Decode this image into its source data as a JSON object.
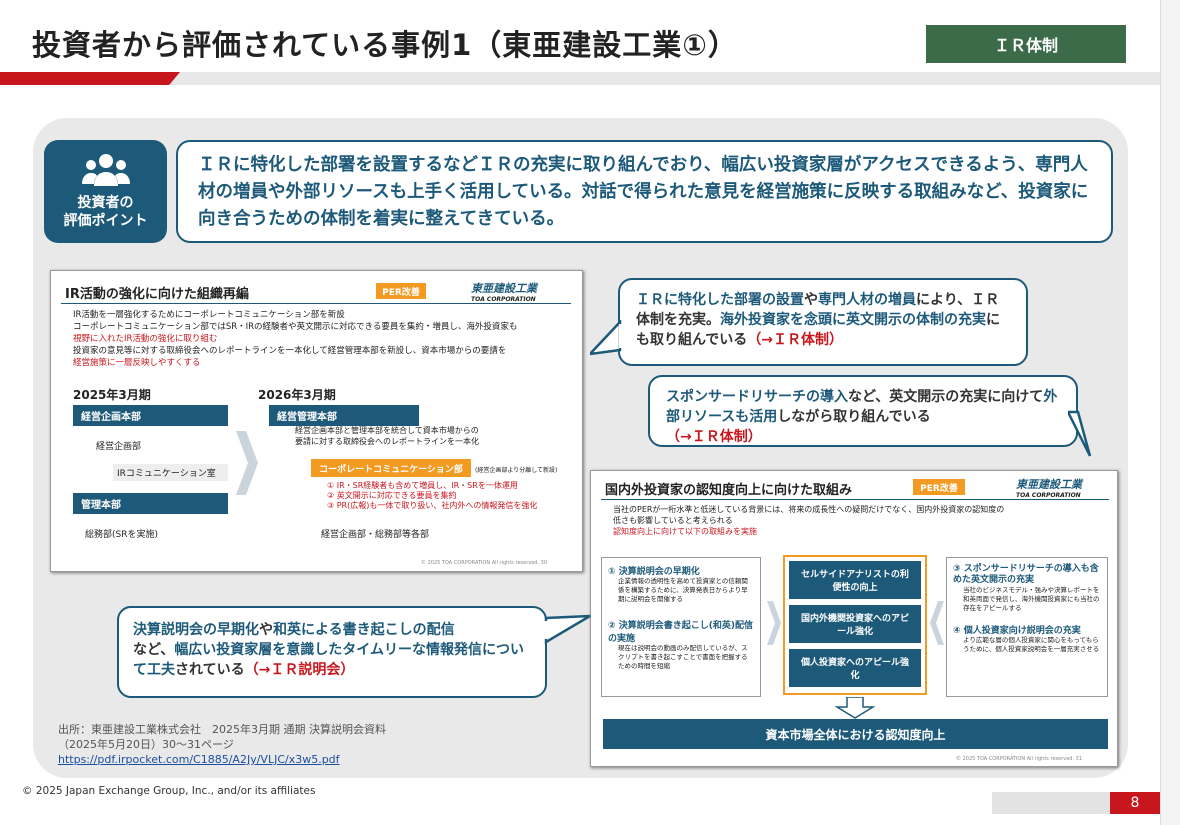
{
  "header": {
    "title": "投資者から評価されている事例1（東亜建設工業①）",
    "tag": "ＩＲ体制"
  },
  "badge": {
    "label_line1": "投資者の",
    "label_line2": "評価ポイント"
  },
  "main_point": "ＩＲに特化した部署を設置するなどＩＲの充実に取り組んでおり、幅広い投資家層がアクセスできるよう、専門人材の増員や外部リソースも上手く活用している。対話で得られた意見を経営施策に反映する取組みなど、投資家に向き合うための体制を着実に整えてきている。",
  "slide1": {
    "title": "IR活動の強化に向けた組織再編",
    "per": "PER改善",
    "logo": "東亜建設工業",
    "logo_sub": "TOA CORPORATION",
    "bullet1": "IR活動を一層強化するためにコーポレートコミュニケーション部を新設",
    "bullet2a": "コーポレートコミュニケーション部ではSR・IRの経験者や英文開示に対応できる要員を集約・増員し、海外投資家も",
    "bullet2b": "視野に入れたIR活動の強化に取り組む",
    "bullet3a": "投資家の意見等に対する取締役会へのレポートラインを一本化して経営管理本部を新設し、資本市場からの要請を",
    "bullet3b": "経営施策に一層反映しやすくする",
    "left_year": "2025年3月期",
    "right_year": "2026年3月期",
    "l_box1": "経営企画本部",
    "l_item1": "経営企画部",
    "l_item2": "IRコミュニケーション室",
    "l_box2": "管理本部",
    "l_item3": "総務部(SRを実施)",
    "r_box1": "経営管理本部",
    "r_note1": "経営企画本部と管理本部を統合して資本市場からの",
    "r_note2": "要請に対する取締役会へのレポートラインを一本化",
    "r_box2": "コーポレートコミュニケーション部",
    "r_box2_note": "(経営企画部より分離して新設)",
    "r_pt1": "① IR・SR経験者も含めて増員し、IR・SRを一体運用",
    "r_pt2": "② 英文開示に対応できる要員を集約",
    "r_pt3": "③ PR(広報)も一体で取り扱い、社内外への情報発信を強化",
    "r_item": "経営企画部・総務部等各部",
    "copyright": "© 2025 TOA CORPORATION All rights reserved.",
    "page": "30"
  },
  "callout1": {
    "p1": "ＩＲに特化した部署の設置",
    "p2": "や",
    "p3": "専門人材の増員",
    "p4": "により、ＩＲ体制を充実。",
    "p5": "海外投資家を念頭に英文開示の体制の充実",
    "p6": "にも取り組んでいる",
    "p7": "（→ＩＲ体制）"
  },
  "callout2": {
    "p1": "スポンサードリサーチの導入",
    "p2": "など、英文開示の充実に向けて",
    "p3": "外部リソースも活用",
    "p4": "しながら取り組んでいる",
    "p5": "（→ＩＲ体制）"
  },
  "callout3": {
    "p1": "決算説明会の早期化",
    "p2": "や",
    "p3": "和英による書き起こしの配信",
    "p4": "など、",
    "p5": "幅広い投資家層を意識したタイムリーな情報発信について工夫",
    "p6": "されている",
    "p7": "（→ＩＲ説明会）"
  },
  "slide2": {
    "title": "国内外投資家の認知度向上に向けた取組み",
    "per": "PER改善",
    "logo": "東亜建設工業",
    "logo_sub": "TOA CORPORATION",
    "bullet1a": "当社のPERが一桁水準と低迷している背景には、将来の成長性への疑問だけでなく、国内外投資家の認知度の",
    "bullet1b": "低さも影響していると考えられる",
    "bullet2": "認知度向上に向けて以下の取組みを実施",
    "l1_title": "① 決算説明会の早期化",
    "l1_text": "企業情報の透明性を高めて投資家との信頼関係を構築するために、決算発表日からより早期に説明会を開催する",
    "l2_title": "② 決算説明会書き起こし(和英)配信の実施",
    "l2_text": "現在は説明会の動画のみ配信しているが、スクリプトを書き起こすことで書面を把握するための時間を短縮",
    "c1": "セルサイドアナリストの利便性の向上",
    "c2": "国内外機関投資家へのアピール強化",
    "c3": "個人投資家へのアピール強化",
    "r1_title": "③ スポンサードリサーチの導入も含めた英文開示の充実",
    "r1_text": "当社のビジネスモデル・強みや決算レポートを和英両面で発信し、海外機関投資家にも当社の存在をアピールする",
    "r2_title": "④ 個人投資家向け説明会の充実",
    "r2_text": "より広範な層の個人投資家に関心をもってもらうために、個人投資家説明会を一層充実させる",
    "bottom": "資本市場全体における認知度向上",
    "copyright": "© 2025 TOA CORPORATION All rights reserved.",
    "page": "31"
  },
  "source": {
    "line1": "出所：東亜建設工業株式会社　2025年3月期 通期 決算説明会資料",
    "line2": "（2025年5月20日）30～31ページ",
    "url": "https://pdf.irpocket.com/C1885/A2Jy/VLJC/x3w5.pdf"
  },
  "footer": {
    "copyright": "© 2025 Japan Exchange Group, Inc., and/or its affiliates",
    "page": "8"
  },
  "colors": {
    "accent": "#c8161d",
    "navy": "#1d5a7a",
    "green": "#3b6b48",
    "orange": "#f39a22"
  }
}
